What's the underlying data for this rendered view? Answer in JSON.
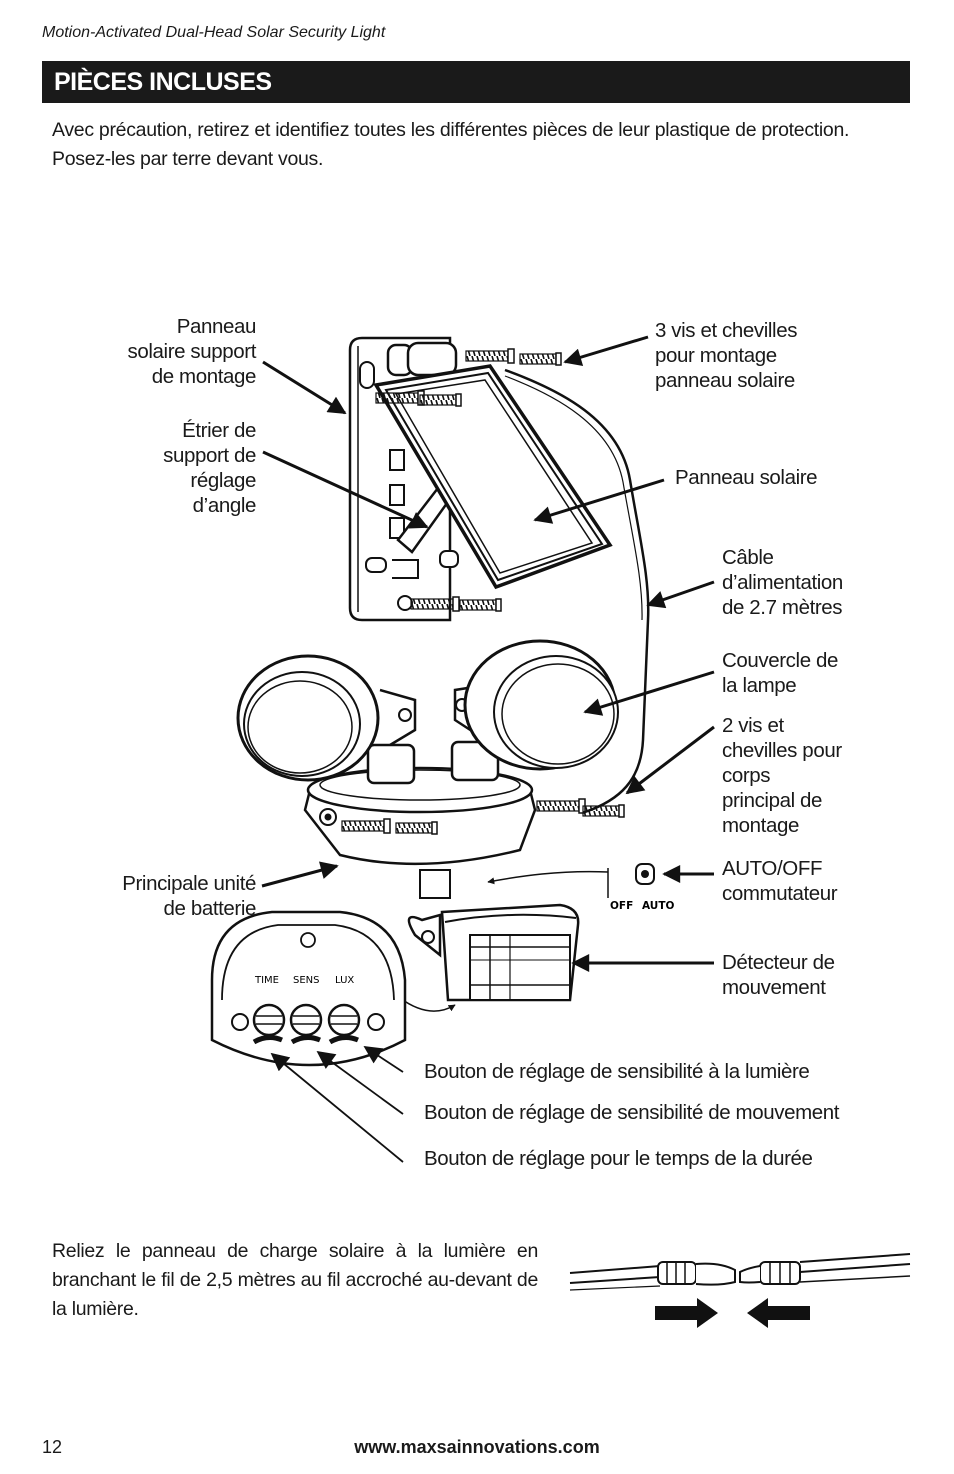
{
  "header": {
    "title": "Motion-Activated Dual-Head Solar Security Light"
  },
  "section": {
    "title": "PIÈCES INCLUSES"
  },
  "intro": {
    "line1": "Avec précaution, retirez et identifiez toutes les différentes pièces de leur plastique de protection.",
    "line2": "Posez-les par terre devant vous."
  },
  "labels": {
    "panel_bracket": "Panneau\nsolaire support\nde montage",
    "angle_bracket": "Étrier de\nsupport de\nréglage\nd’angle",
    "screws_panel": "3 vis et chevilles\npour montage\npanneau solaire",
    "solar_panel": "Panneau solaire",
    "power_cable": "Câble\nd’alimentation\nde 2.7 mètres",
    "lamp_cover": "Couvercle de\nla lampe",
    "screws_body": "2 vis et\nchevilles pour\ncorps\nprincipal de\nmontage",
    "switch": "AUTO/OFF\ncommutateur",
    "battery_unit": "Principale unité\nde batterie",
    "motion_detector": "Détecteur de\nmouvement",
    "lux_knob": "Bouton de réglage de sensibilité à la lumière",
    "sens_knob": "Bouton de réglage de sensibilité de mouvement",
    "time_knob": "Bouton de réglage pour le temps de la durée"
  },
  "diagram_text": {
    "switch_off": "OFF",
    "switch_auto": "AUTO",
    "time": "TIME",
    "sens": "SENS",
    "lux": "LUX"
  },
  "bottom": {
    "text": "Reliez le panneau de charge solaire à la lumière en branchant le fil de 2,5 mètres au fil accroché au-devant de la lumière."
  },
  "footer": {
    "page_number": "12",
    "url": "www.maxsainnovations.com"
  }
}
